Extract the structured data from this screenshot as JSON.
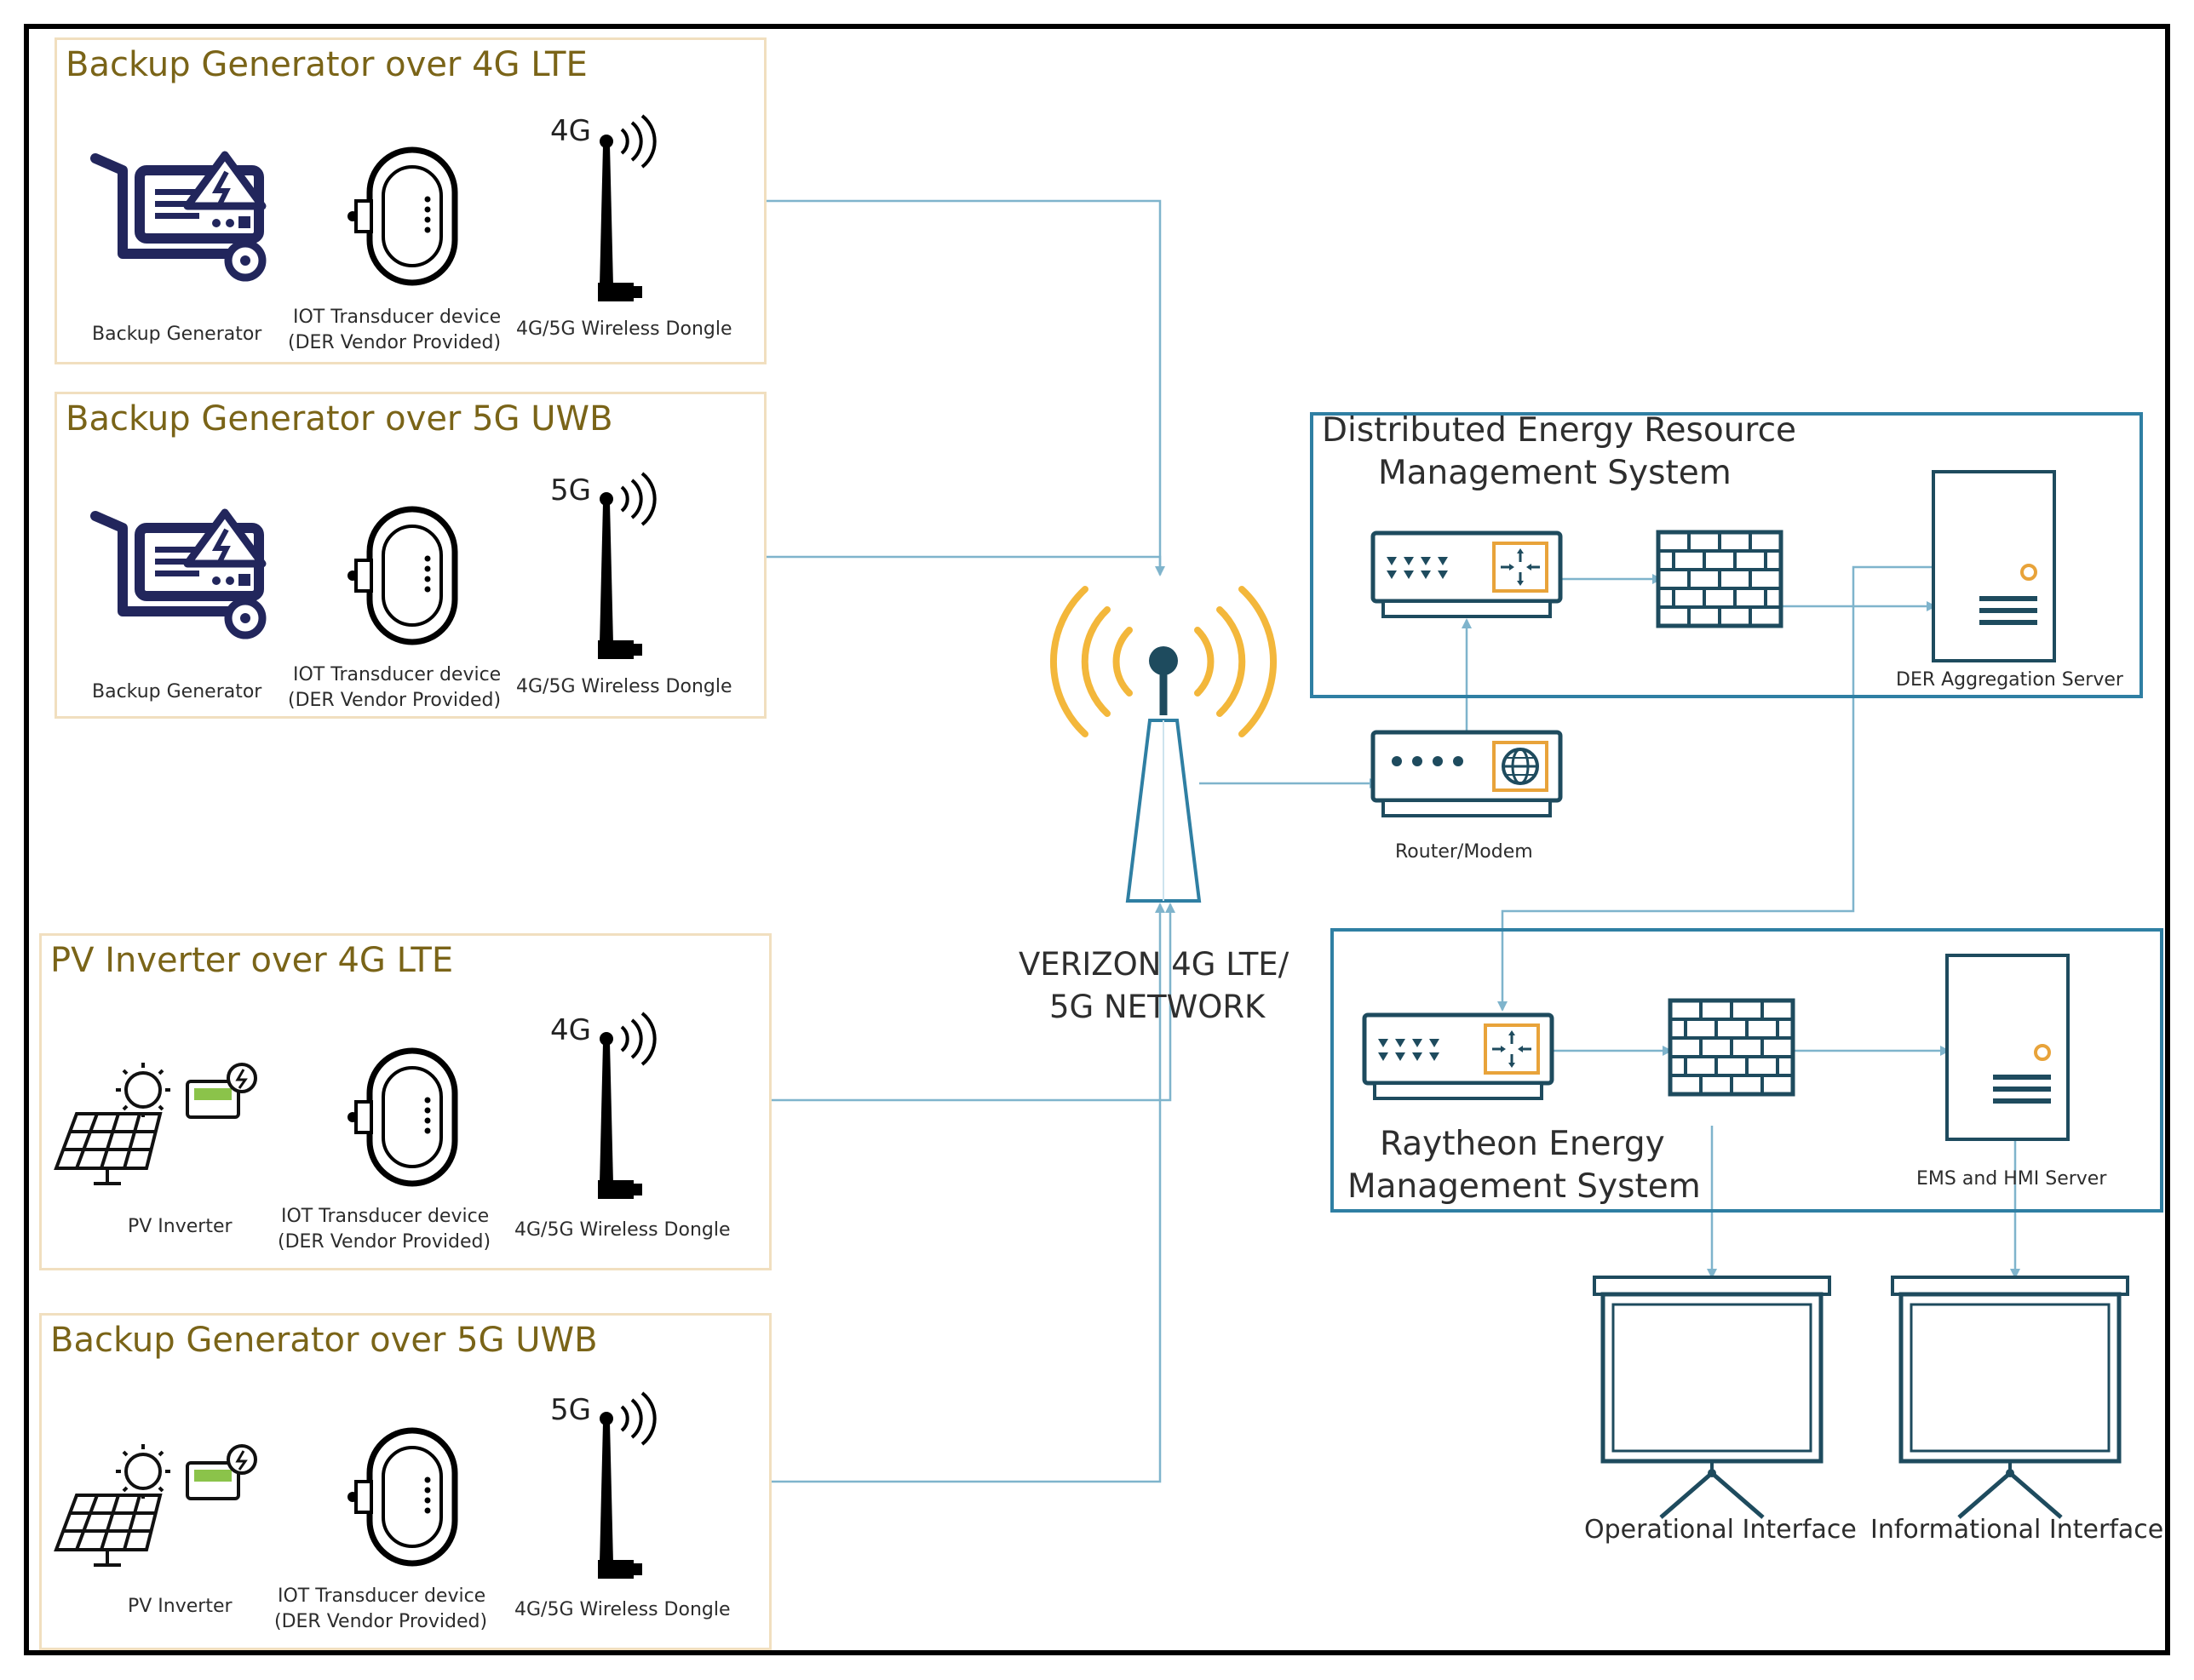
{
  "panels": [
    {
      "title": "Backup Generator over 4G LTE",
      "device_label": "Backup Generator",
      "transducer_line1": "IOT Transducer device",
      "transducer_line2": "(DER Vendor Provided)",
      "dongle_label": "4G/5G Wireless Dongle",
      "signal_tag": "4G"
    },
    {
      "title": "Backup Generator over 5G UWB",
      "device_label": "Backup Generator",
      "transducer_line1": "IOT Transducer device",
      "transducer_line2": "(DER Vendor Provided)",
      "dongle_label": "4G/5G Wireless Dongle",
      "signal_tag": "5G"
    },
    {
      "title": "PV Inverter over 4G LTE",
      "device_label": "PV Inverter",
      "transducer_line1": "IOT Transducer device",
      "transducer_line2": "(DER Vendor Provided)",
      "dongle_label": "4G/5G Wireless Dongle",
      "signal_tag": "4G"
    },
    {
      "title": "Backup Generator over 5G UWB",
      "device_label": "PV Inverter",
      "transducer_line1": "IOT Transducer device",
      "transducer_line2": "(DER Vendor Provided)",
      "dongle_label": "4G/5G Wireless Dongle",
      "signal_tag": "5G"
    }
  ],
  "network": {
    "line1": "VERIZON 4G LTE/",
    "line2": "5G NETWORK"
  },
  "router": {
    "label": "Router/Modem"
  },
  "derms": {
    "title_line1": "Distributed Energy Resource",
    "title_line2": "Management System",
    "server_label": "DER Aggregation Server"
  },
  "rems": {
    "title_line1": "Raytheon Energy",
    "title_line2": "Management System",
    "server_label": "EMS and HMI Server"
  },
  "interfaces": {
    "operational": "Operational Interface",
    "informational": "Informational Interface"
  },
  "colors": {
    "frame": "#000000",
    "panel_border": "#f1dfbf",
    "panel_title": "#7a6418",
    "system_border": "#2f7fa3",
    "link": "#7fb4cc",
    "tower_waves": "#f3b73b",
    "icon_navy": "#22265c",
    "accent_orange": "#e8a33a"
  }
}
